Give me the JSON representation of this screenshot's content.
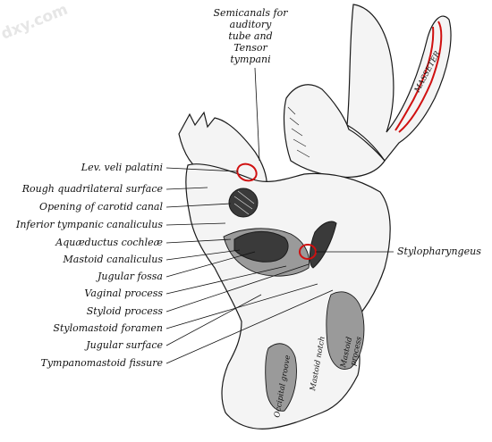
{
  "watermark": "dxy.com",
  "labels": {
    "semicanals": [
      "Semicanals for",
      "auditory",
      "tube and",
      "Tensor",
      "tympani"
    ],
    "lev_veli_palatini": "Lev. veli palatini",
    "rough_quadrilateral_surface": "Rough quadrilateral surface",
    "opening_of_carotid_canal": "Opening of carotid canal",
    "inferior_tympanic_canaliculus": "Inferior tympanic canaliculus",
    "aquaeductus_cochleae": "Aquæductus cochleæ",
    "mastoid_canaliculus": "Mastoid canaliculus",
    "jugular_fossa": "Jugular fossa",
    "vaginal_process": "Vaginal process",
    "styloid_process": "Styloid process",
    "stylomastoid_foramen": "Stylomastoid foramen",
    "jugular_surface": "Jugular surface",
    "tympanomastoid_fissure": "Tympanomastoid fissure",
    "stylopharyngeus": "Stylopharyngeus"
  },
  "bone_marks": {
    "masseter": "MASSETER",
    "occipital_groove": "Occipital groove",
    "mastoid_notch": "Mastoid notch",
    "mastoid_process": [
      "Mastoid",
      "process"
    ]
  },
  "colors": {
    "muscle_attachment": "#d01010",
    "ink": "#111111"
  }
}
